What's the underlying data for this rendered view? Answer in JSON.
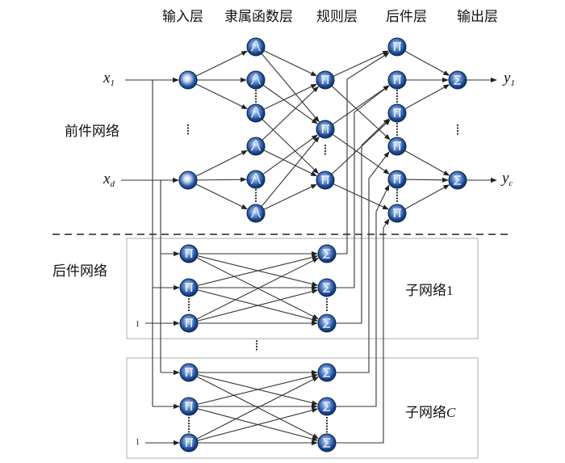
{
  "layers": {
    "input": "输入层",
    "membership": "隶属函数层",
    "rule": "规则层",
    "consequent": "后件层",
    "output": "输出层"
  },
  "sections": {
    "antecedent": "前件网络",
    "consequent": "后件网络"
  },
  "subnets": [
    {
      "label": "子网络",
      "suffix": "1",
      "suffix_italic": false
    },
    {
      "label": "子网络",
      "suffix": "C",
      "suffix_italic": true
    }
  ],
  "inputs": [
    {
      "name": "x",
      "sub": "1"
    },
    {
      "name": "x",
      "sub": "d"
    }
  ],
  "outputs": [
    {
      "name": "y",
      "sub": "1"
    },
    {
      "name": "y",
      "sub": "c"
    }
  ],
  "bias_label": "1",
  "node_symbols": {
    "input": "",
    "membership": "gaussian",
    "rule": "Π",
    "consequent": "Π",
    "output": "Σ",
    "subnet_hidden": "Π",
    "subnet_out": "Σ"
  },
  "colors": {
    "node_dark": "#0d2f66",
    "node_mid": "#2a5aa8",
    "node_light": "#e8f0fb",
    "line": "#333333",
    "box": "#bbbbbb"
  }
}
